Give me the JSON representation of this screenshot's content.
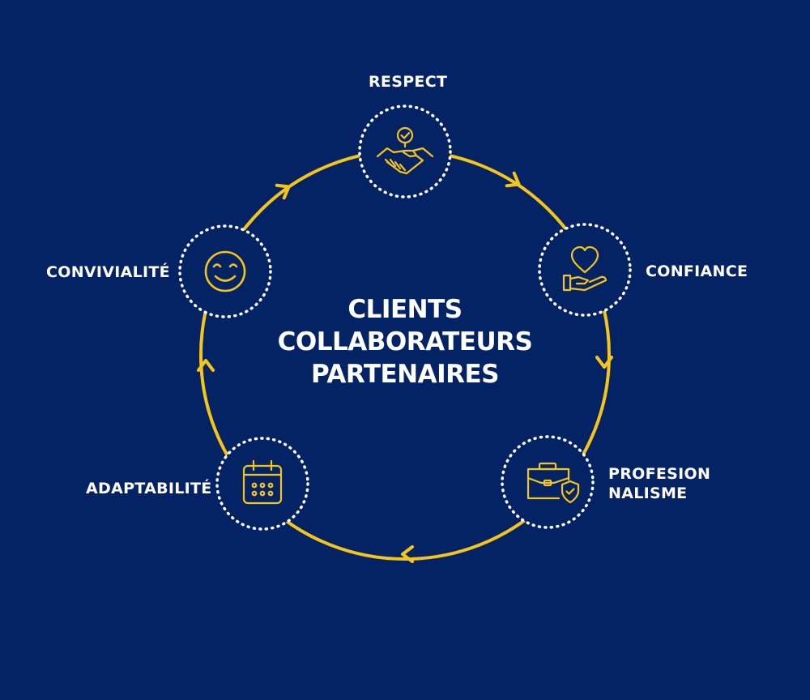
{
  "colors": {
    "background": "#042364",
    "accent": "#F5C518",
    "text": "#FFFFFF"
  },
  "center": {
    "lines": [
      "CLIENTS",
      "COLLABORATEURS",
      "PARTENAIRES"
    ]
  },
  "nodes": [
    {
      "id": "respect",
      "label_lines": [
        "RESPECT"
      ],
      "icon": "handshake-icon"
    },
    {
      "id": "confiance",
      "label_lines": [
        "CONFIANCE"
      ],
      "icon": "heart-hand-icon"
    },
    {
      "id": "professionnalisme",
      "label_lines": [
        "PROFESION",
        "NALISME"
      ],
      "icon": "briefcase-shield-icon"
    },
    {
      "id": "adaptabilite",
      "label_lines": [
        "ADAPTABILITÉ"
      ],
      "icon": "calendar-icon"
    },
    {
      "id": "convivialite",
      "label_lines": [
        "CONVIVIALITÉ"
      ],
      "icon": "smiley-icon"
    }
  ]
}
